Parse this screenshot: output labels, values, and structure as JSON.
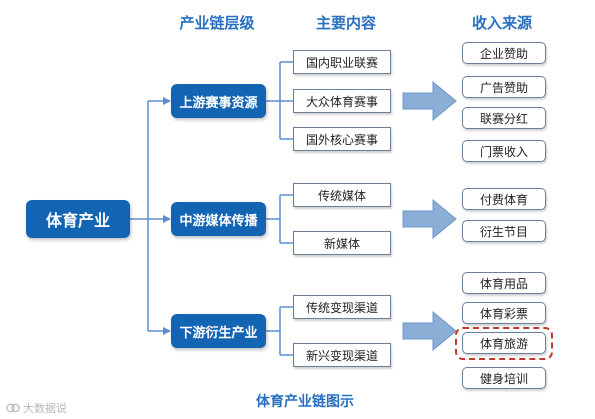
{
  "headers": {
    "levels": "产业链层级",
    "content": "主要内容",
    "revenue": "收入来源"
  },
  "root": "体育产业",
  "tiers": [
    {
      "label": "上游赛事资源",
      "content": [
        "国内职业联赛",
        "大众体育赛事",
        "国外核心赛事"
      ],
      "revenue": [
        "企业赞助",
        "广告赞助",
        "联赛分红",
        "门票收入"
      ]
    },
    {
      "label": "中游媒体传播",
      "content": [
        "传统媒体",
        "新媒体"
      ],
      "revenue": [
        "付费体育",
        "衍生节目"
      ]
    },
    {
      "label": "下游衍生产业",
      "content": [
        "传统变现渠道",
        "新兴变现渠道"
      ],
      "revenue": [
        "体育用品",
        "体育彩票",
        "体育旅游",
        "健身培训"
      ]
    }
  ],
  "highlight": "体育旅游",
  "caption": "体育产业链图示",
  "watermark": "大数据说",
  "colors": {
    "tier_box": "#1464b4",
    "header_text": "#2a6fc0",
    "connector": "#5a8ed0",
    "arrow": "#8aaed6",
    "highlight": "#c0392b"
  }
}
